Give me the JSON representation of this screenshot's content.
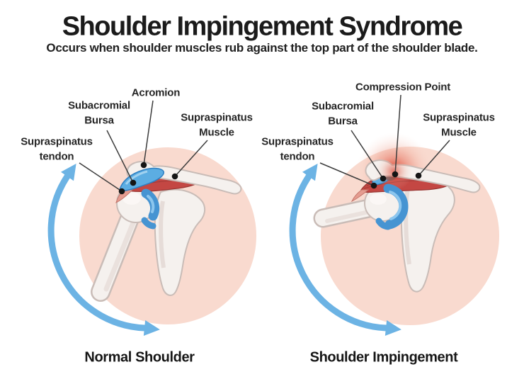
{
  "header": {
    "title": "Shoulder Impingement Syndrome",
    "subtitle": "Occurs when shoulder muscles rub against the top part of the shoulder blade."
  },
  "panels": {
    "normal": {
      "caption": "Normal Shoulder",
      "labels": {
        "acromion": "Acromion",
        "bursa": "Subacromial Bursa",
        "muscle": "Supraspinatus Muscle",
        "tendon": "Supraspinatus tendon"
      }
    },
    "impingement": {
      "caption": "Shoulder Impingement",
      "labels": {
        "compression": "Compression Point",
        "bursa": "Subacromial Bursa",
        "muscle": "Supraspinatus Muscle",
        "tendon": "Supraspinatus tendon"
      }
    }
  },
  "colors": {
    "background": "#ffffff",
    "title_text": "#1b1b1b",
    "label_text": "#262626",
    "circle_pink": "#f9dacf",
    "arrow_blue": "#6cb3e4",
    "muscle_red": "#c44743",
    "muscle_fiber_red": "#9b3734",
    "tendon_pink": "#e59c90",
    "bursa_blue": "#5cade2",
    "cartilage_blue": "#4694d2",
    "bone_fill": "#f5f1ee",
    "bone_outline": "#c9bcb7",
    "inflammation_red": "#d93a28",
    "leader_line": "#3d3d3d",
    "dot_black": "#151515"
  }
}
